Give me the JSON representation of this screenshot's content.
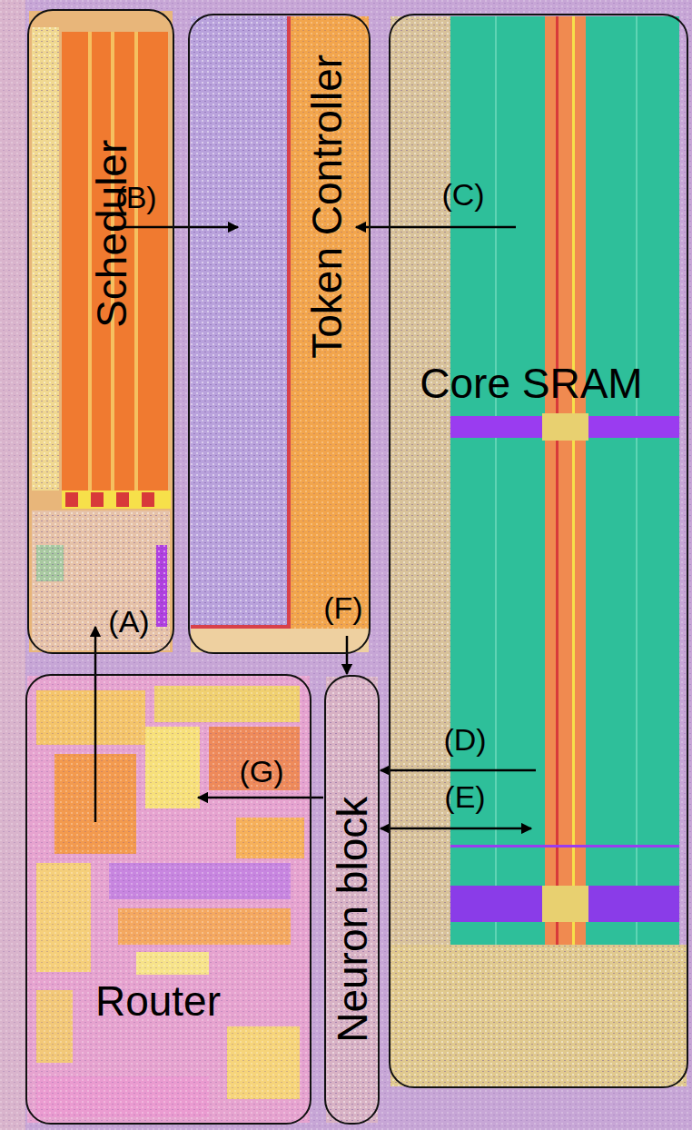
{
  "diagram": {
    "nodes": [
      {
        "text": [
          "Scheduler"
        ]
      },
      {
        "text": [
          "Token Controller"
        ]
      },
      {
        "text": [
          "Core SRAM"
        ]
      },
      {
        "text": [
          "Router"
        ]
      },
      {
        "text": [
          "Neuron block"
        ]
      }
    ],
    "edges": [
      {
        "from": 3,
        "to": 0,
        "arrow": "to",
        "label": "(A)"
      },
      {
        "from": 0,
        "to": 1,
        "arrow": "to",
        "label": "(B)"
      },
      {
        "from": 2,
        "to": 1,
        "arrow": "to",
        "label": "(C)"
      },
      {
        "from": 2,
        "to": 4,
        "arrow": "to",
        "label": "(D)"
      },
      {
        "from": 4,
        "to": 2,
        "arrow": "both",
        "label": "(E)"
      },
      {
        "from": 1,
        "to": 4,
        "arrow": "to",
        "label": "(F)"
      },
      {
        "from": 4,
        "to": 3,
        "arrow": "to",
        "label": "(G)"
      }
    ]
  }
}
